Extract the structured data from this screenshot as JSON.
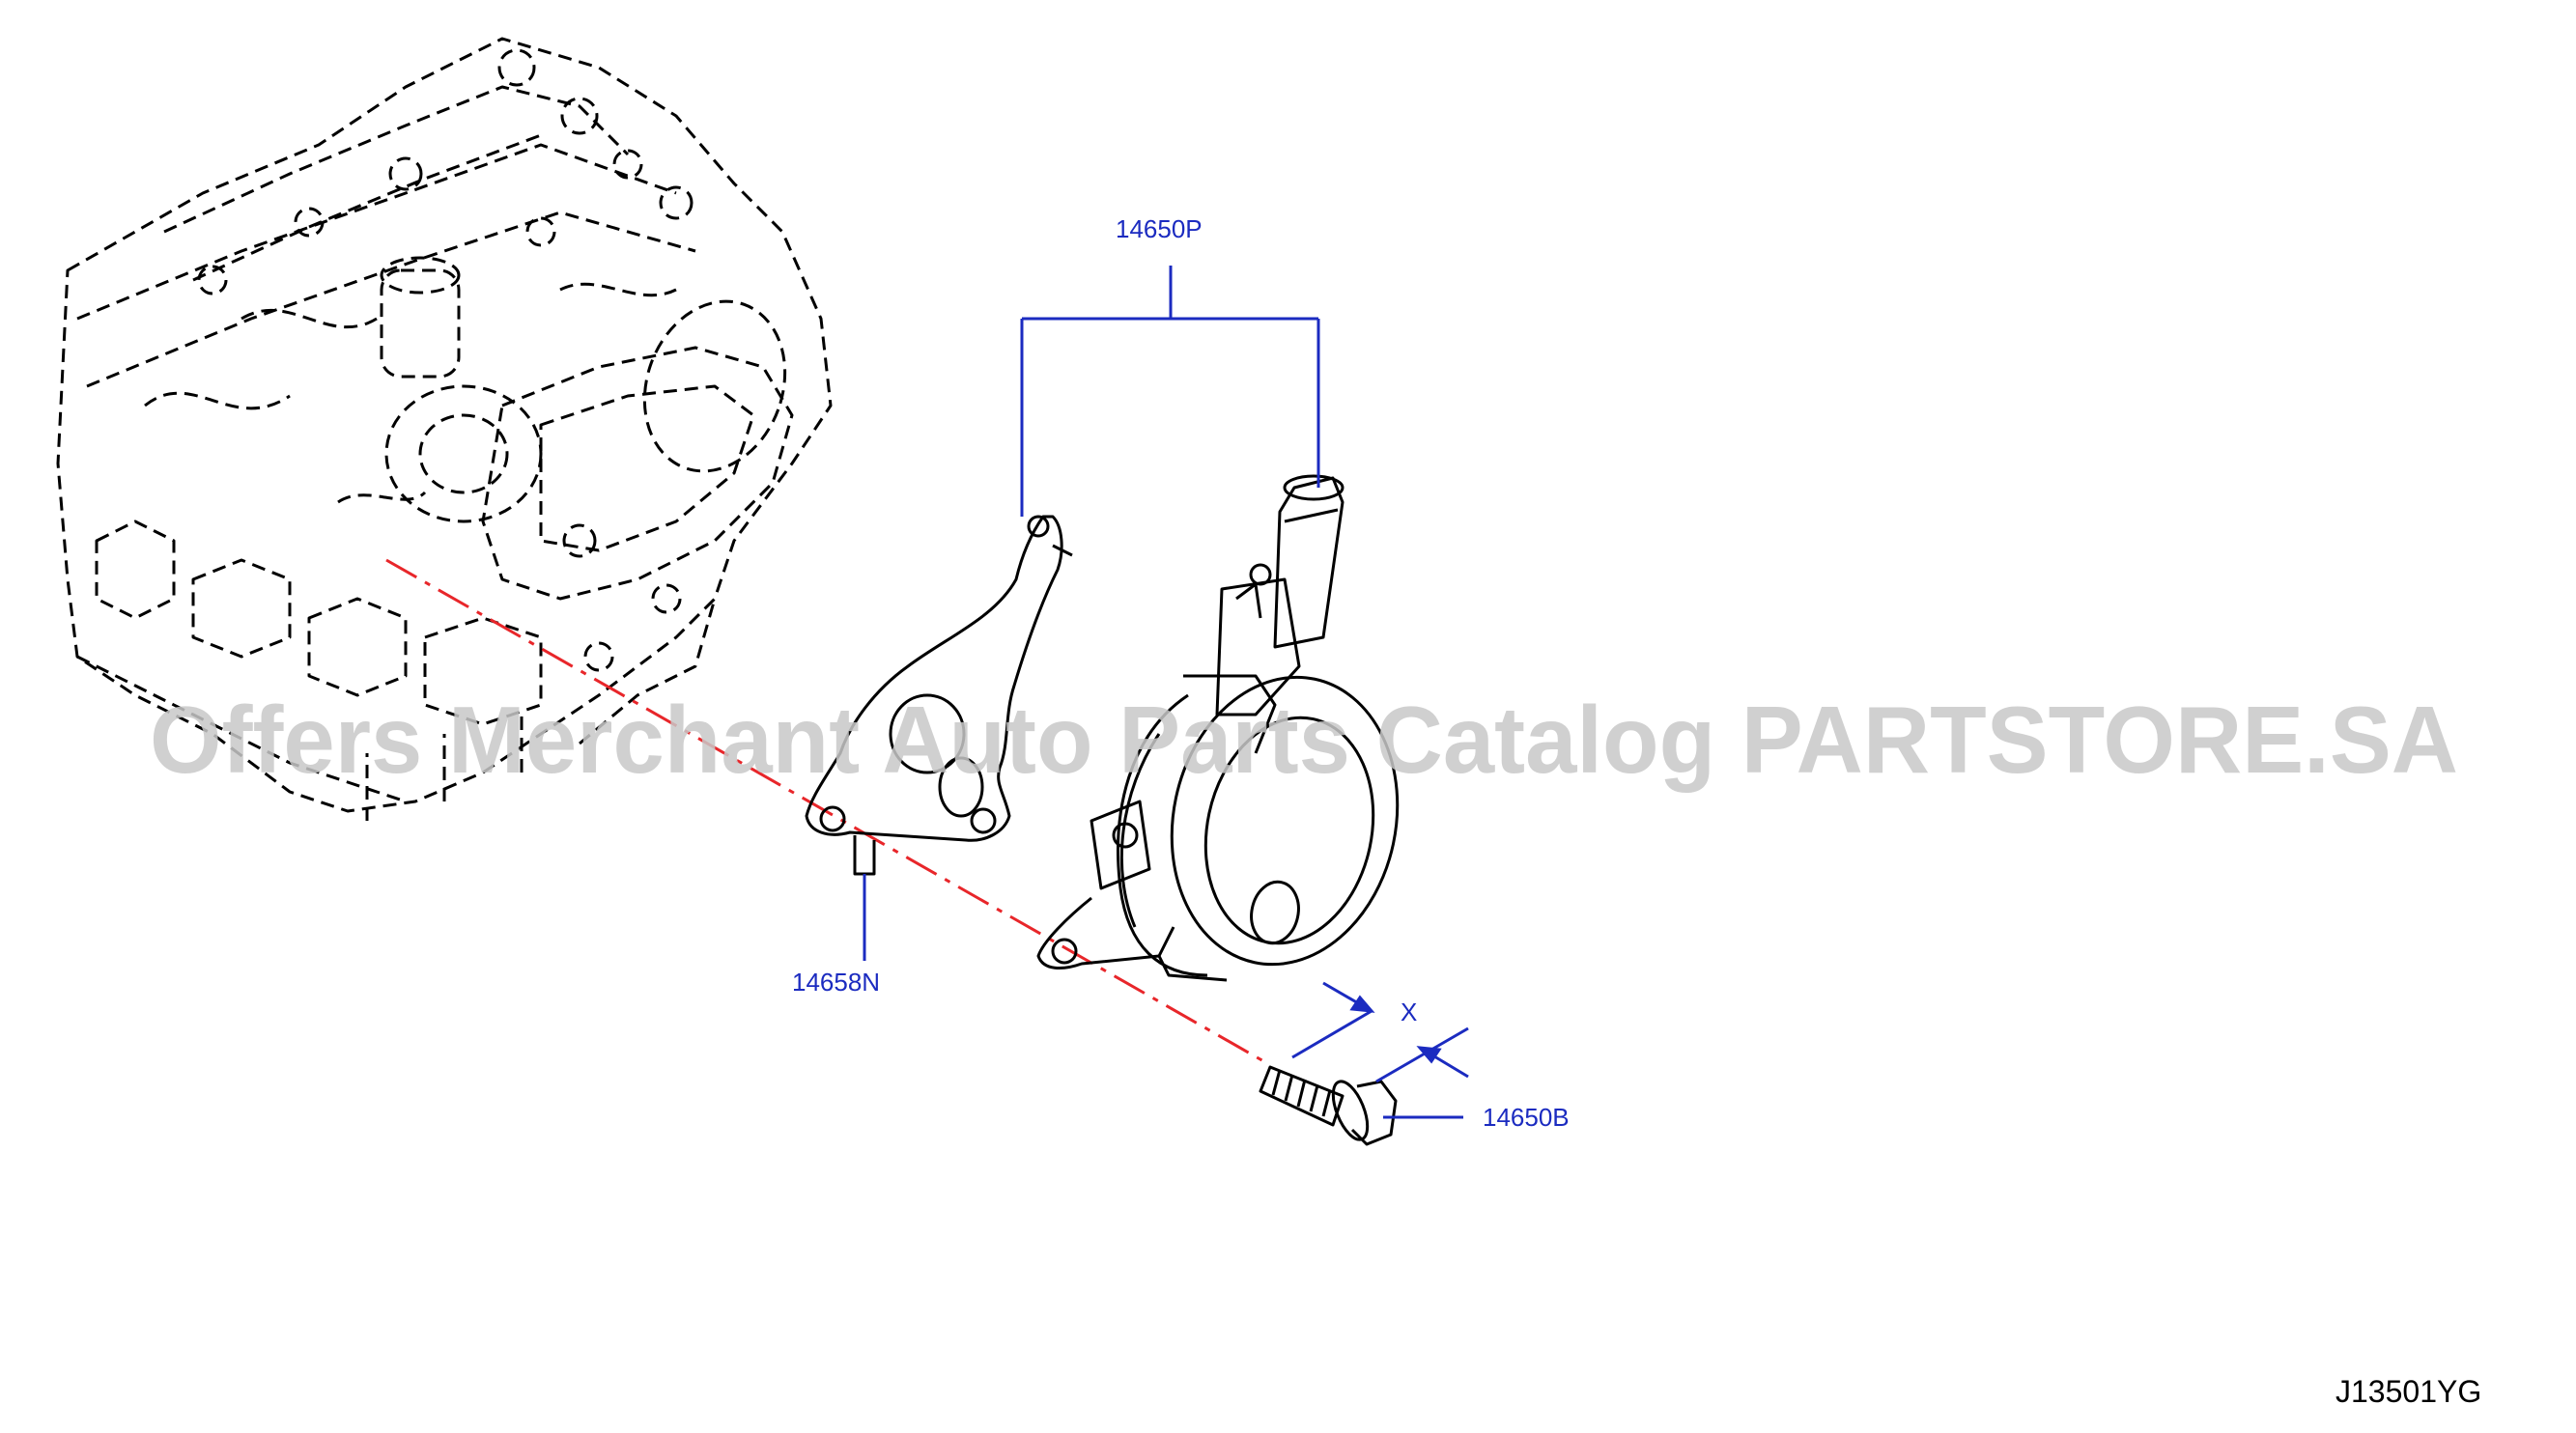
{
  "colors": {
    "line": "#000000",
    "callout": "#1b2bc0",
    "centerline": "#e8262a",
    "watermark": "#c8c8c8"
  },
  "callouts": {
    "vacuum_pump": "14650P",
    "gasket": "14658N",
    "bolt": "14650B",
    "dimension": "X"
  },
  "drawing_reference": "J13501YG",
  "watermark": "Offers Merchant Auto Parts Catalog PARTSTORE.SA",
  "icons": {
    "engine": "engine-block-dashed-outline",
    "pump": "vacuum-pump-drawing",
    "gasket": "gasket-drawing",
    "bolt": "flange-bolt-drawing"
  }
}
